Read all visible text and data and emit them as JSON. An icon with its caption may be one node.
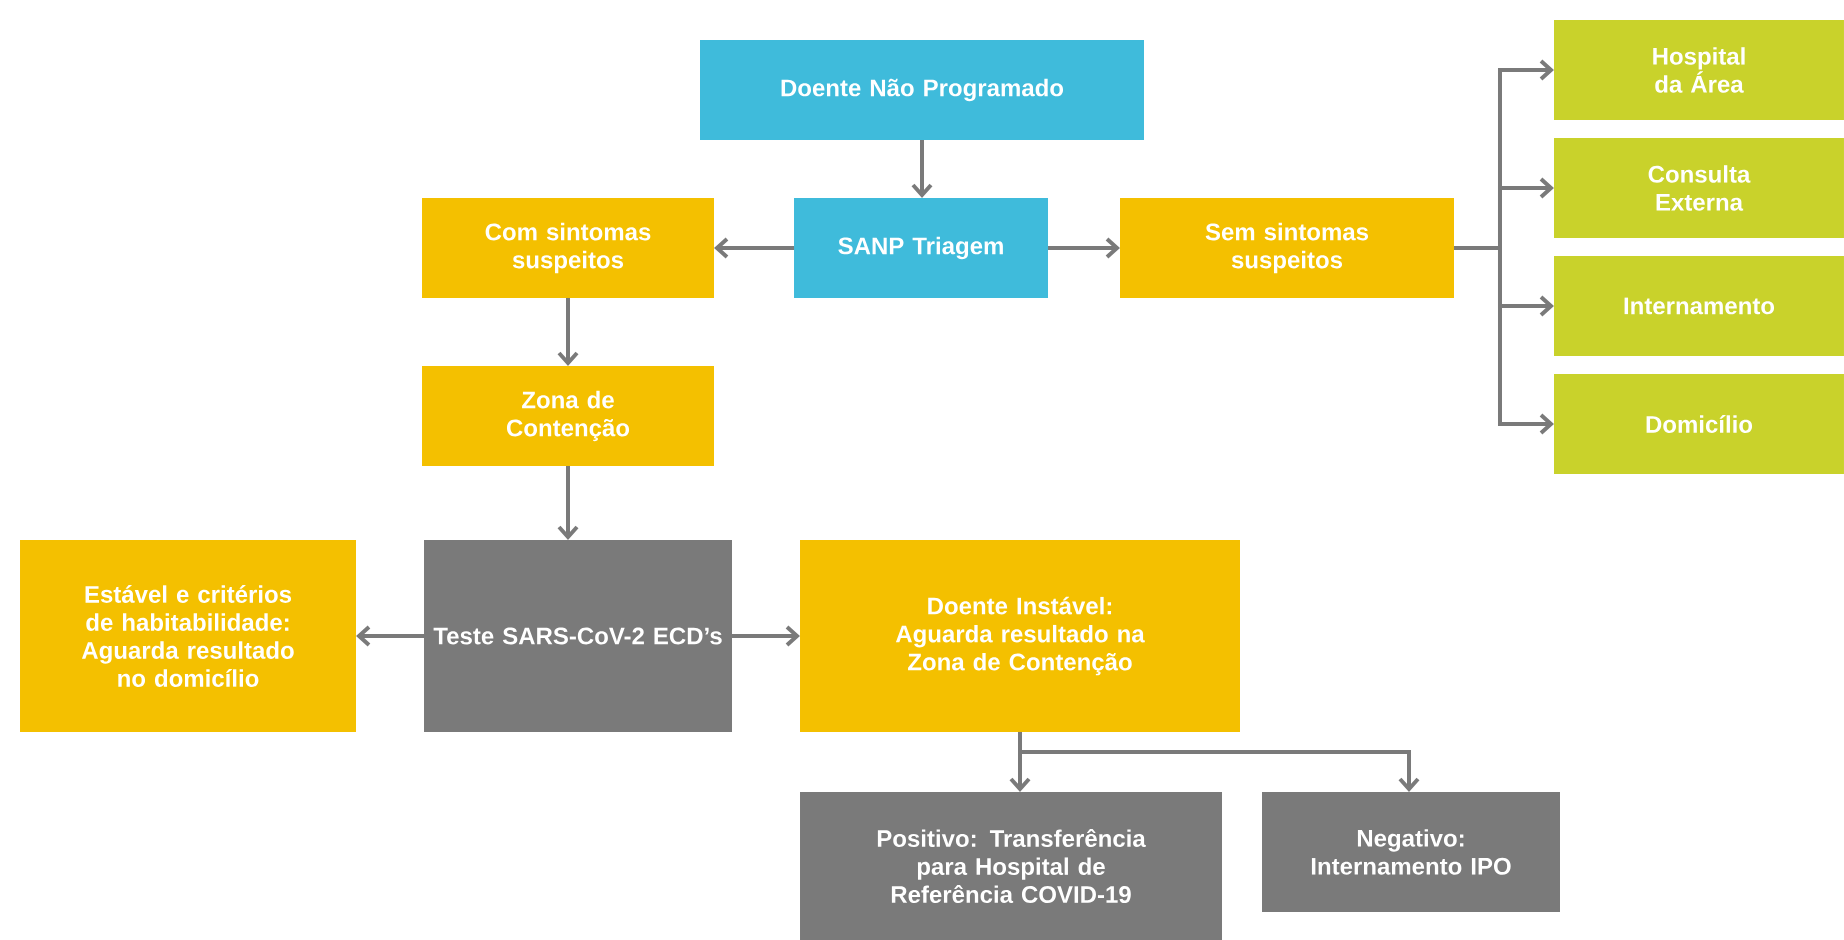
{
  "diagram": {
    "nodes": [
      {
        "text": [
          "Doente Não Programado"
        ]
      },
      {
        "text": [
          "SANP Triagem"
        ]
      },
      {
        "text": [
          "Com sintomas suspeitos"
        ]
      },
      {
        "text": [
          "Sem sintomas suspeitos"
        ]
      },
      {
        "text": [
          "Hospital da Área"
        ]
      },
      {
        "text": [
          "Consulta Externa"
        ]
      },
      {
        "text": [
          "Internamento"
        ]
      },
      {
        "text": [
          "Domicílio"
        ]
      },
      {
        "text": [
          "Zona de Contenção"
        ]
      },
      {
        "text": [
          "Teste SARS-CoV-2 ECD’s"
        ]
      },
      {
        "text": [
          "Estável e critérios de habitabilidade: Aguarda resultado no domicílio"
        ]
      },
      {
        "text": [
          "Doente Instável: Aguarda resultado na Zona de Contenção"
        ]
      },
      {
        "text": [
          "Positivo: Transferência para Hospital de Referência COVID-19"
        ]
      },
      {
        "text": [
          "Negativo: Internamento IPO"
        ]
      }
    ],
    "edges": [
      {
        "from": 0,
        "to": 1,
        "arrow": "to"
      },
      {
        "from": 1,
        "to": 2,
        "arrow": "to"
      },
      {
        "from": 1,
        "to": 3,
        "arrow": "to"
      },
      {
        "from": 3,
        "to": 4,
        "arrow": "to"
      },
      {
        "from": 3,
        "to": 5,
        "arrow": "to"
      },
      {
        "from": 3,
        "to": 6,
        "arrow": "to"
      },
      {
        "from": 3,
        "to": 7,
        "arrow": "to"
      },
      {
        "from": 2,
        "to": 8,
        "arrow": "to"
      },
      {
        "from": 8,
        "to": 9,
        "arrow": "to"
      },
      {
        "from": 9,
        "to": 10,
        "arrow": "to"
      },
      {
        "from": 9,
        "to": 11,
        "arrow": "to"
      },
      {
        "from": 11,
        "to": 12,
        "arrow": "to"
      },
      {
        "from": 11,
        "to": 13,
        "arrow": "to"
      }
    ]
  }
}
